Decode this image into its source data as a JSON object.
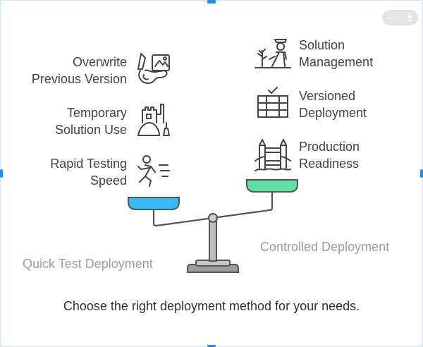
{
  "left_side": {
    "items": [
      {
        "line1": "Overwrite",
        "line2": "Previous Version",
        "icon": "paint-brush-picture-icon"
      },
      {
        "line1": "Temporary",
        "line2": "Solution Use",
        "icon": "sandcastle-icon"
      },
      {
        "line1": "Rapid Testing",
        "line2": "Speed",
        "icon": "running-person-icon"
      }
    ],
    "caption": "Quick Test Deployment",
    "pan_color": "#3cb8f5"
  },
  "right_side": {
    "items": [
      {
        "line1": "Solution",
        "line2": "Management",
        "icon": "gardener-icon"
      },
      {
        "line1": "Versioned",
        "line2": "Deployment",
        "icon": "server-stack-icon"
      },
      {
        "line1": "Production",
        "line2": "Readiness",
        "icon": "tower-bridge-icon"
      }
    ],
    "caption": "Controlled Deployment",
    "pan_color": "#5fe0a4"
  },
  "footer_text": "Choose the right deployment method for your needs.",
  "toolbar": {
    "more_icon": "more-icon",
    "download_icon": "download-icon"
  }
}
